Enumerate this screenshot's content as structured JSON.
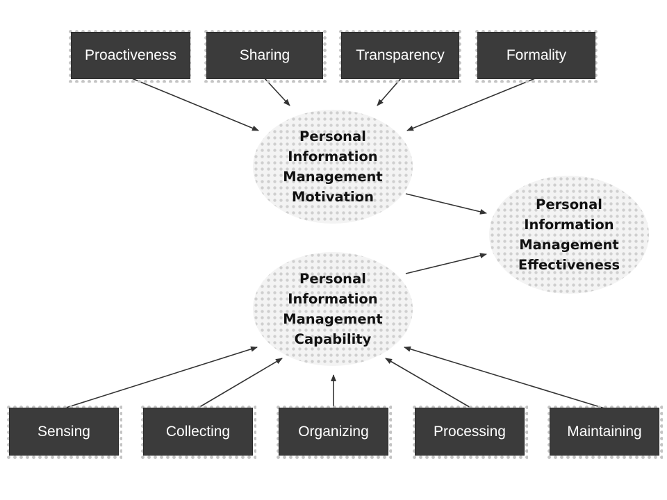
{
  "diagram": {
    "motivation_factors": [
      {
        "label": "Proactiveness"
      },
      {
        "label": "Sharing"
      },
      {
        "label": "Transparency"
      },
      {
        "label": "Formality"
      }
    ],
    "capability_factors": [
      {
        "label": "Sensing"
      },
      {
        "label": "Collecting"
      },
      {
        "label": "Organizing"
      },
      {
        "label": "Processing"
      },
      {
        "label": "Maintaining"
      }
    ],
    "constructs": {
      "motivation": "Personal\nInformation\nManagement\nMotivation",
      "capability": "Personal\nInformation\nManagement\nCapability",
      "effectiveness": "Personal\nInformation\nManagement\nEffectiveness"
    },
    "colors": {
      "box_fill": "#3b3b3b",
      "box_text": "#ffffff",
      "arrow": "#333333",
      "construct_text": "#111111"
    }
  }
}
